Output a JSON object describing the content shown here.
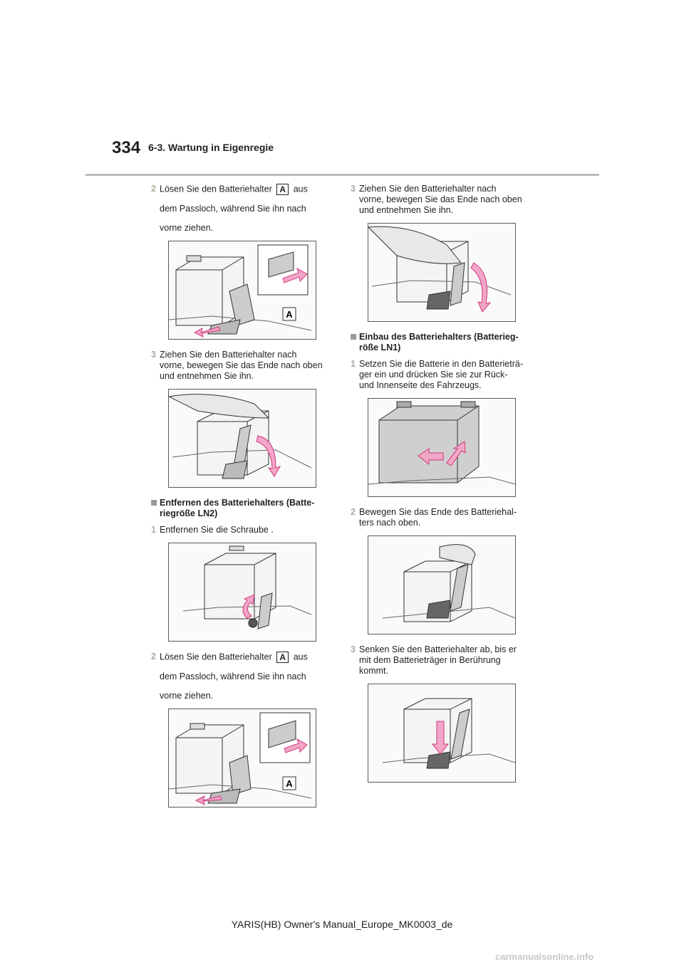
{
  "header": {
    "page_number": "334",
    "section": "6-3. Wartung in Eigenregie"
  },
  "left": {
    "step_a": {
      "num": "2",
      "text_1": "Lösen Sie den Batteriehalter",
      "label": "A",
      "text_2": "aus",
      "line_2": "dem Passloch, während Sie ihn nach",
      "line_3": "vorne ziehen."
    },
    "fig_1_label": "A",
    "step_b": {
      "num": "3",
      "line_1": "Ziehen Sie den Batteriehalter nach",
      "line_2": "vorne, bewegen Sie das Ende nach oben",
      "line_3": "und entnehmen Sie ihn."
    },
    "heading_1": {
      "line_1": "Entfernen des Batteriehalters (Batte-",
      "line_2": "riegröße LN2)"
    },
    "step_c": {
      "num": "1",
      "line_1": "Entfernen Sie die Schraube ."
    },
    "step_d": {
      "num": "2",
      "text_1": "Lösen Sie den Batteriehalter",
      "label": "A",
      "text_2": "aus",
      "line_2": "dem Passloch, während Sie ihn nach",
      "line_3": "vorne ziehen."
    },
    "fig_4_label": "A"
  },
  "right": {
    "step_a": {
      "num": "3",
      "line_1": "Ziehen Sie den Batteriehalter nach",
      "line_2": "vorne, bewegen Sie das Ende nach oben",
      "line_3": "und entnehmen Sie ihn."
    },
    "heading_1": {
      "line_1": "Einbau des Batteriehalters (Batterieg-",
      "line_2": "röße LN1)"
    },
    "step_b": {
      "num": "1",
      "line_1": "Setzen Sie die Batterie in den Batterieträ-",
      "line_2": "ger ein und drücken Sie sie zur Rück-",
      "line_3": "und Innenseite des Fahrzeugs."
    },
    "step_c": {
      "num": "2",
      "line_1": "Bewegen Sie das Ende des Batteriehal-",
      "line_2": "ters nach oben."
    },
    "step_d": {
      "num": "3",
      "line_1": "Senken Sie den Batteriehalter ab, bis er",
      "line_2": "mit dem Batterieträger in Berührung",
      "line_3": "kommt."
    }
  },
  "footer": {
    "text": "YARIS(HB) Owner's Manual_Europe_MK0003_de"
  },
  "watermark": {
    "text": "carmanualsonline.info"
  },
  "colors": {
    "arrow_fill": "#f2a6c8",
    "arrow_stroke": "#d0387a",
    "step_number": "#b0a9a0",
    "rule": "#b9bdbf"
  }
}
